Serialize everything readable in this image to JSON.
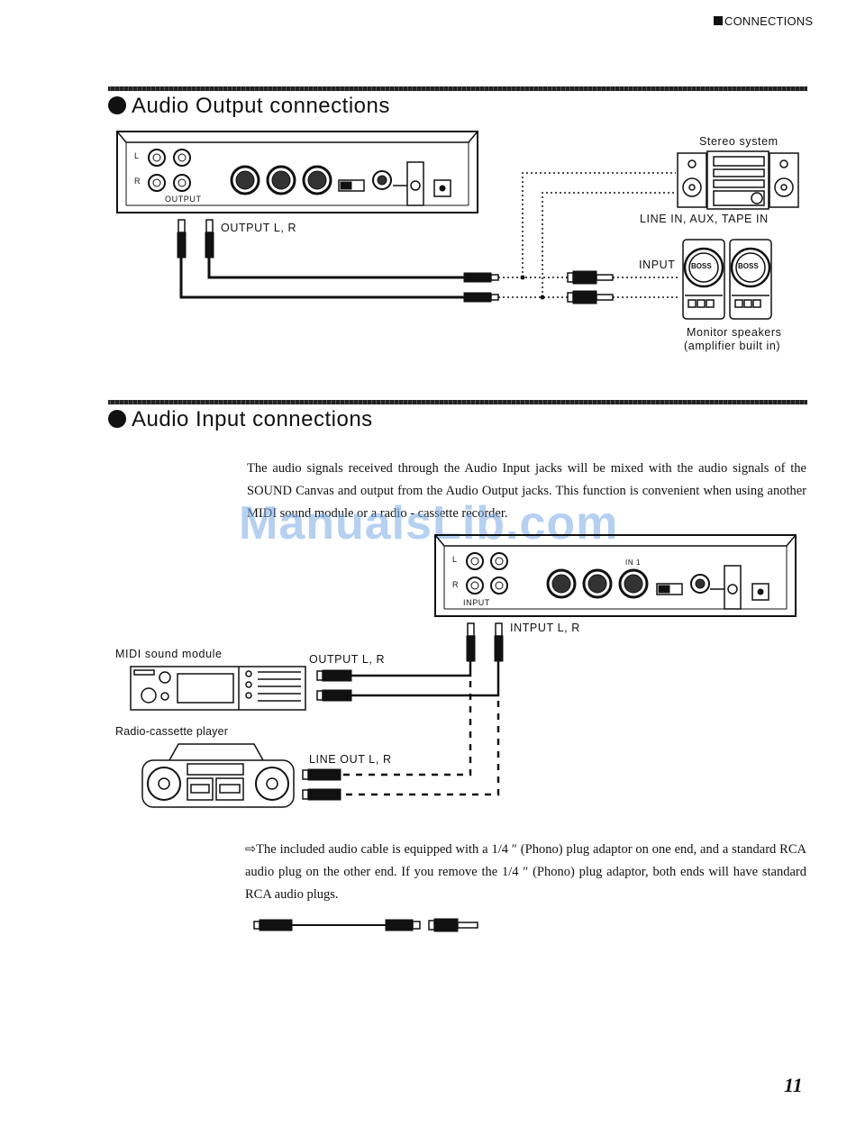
{
  "header": {
    "section_tag": "CONNECTIONS"
  },
  "output_section": {
    "title": "Audio Output connections",
    "panel_label_output": "OUTPUT",
    "panel_L": "L",
    "panel_R": "R",
    "cable_label": "OUTPUT L, R",
    "stereo_label": "Stereo system",
    "line_in_label": "LINE IN, AUX, TAPE IN",
    "input_label": "INPUT",
    "speaker_brand": "BOSS",
    "monitor_label_1": "Monitor speakers",
    "monitor_label_2": "(amplifier built in)"
  },
  "input_section": {
    "title": "Audio Input connections",
    "paragraph": "The audio signals received through the Audio Input jacks will be mixed with the audio signals of the SOUND Canvas and output from the Audio Output jacks. This function is convenient when using another MIDI sound module or a radio - cassette recorder.",
    "panel_label_input": "INPUT",
    "panel_L": "L",
    "panel_R": "R",
    "panel_in1": "IN 1",
    "input_cable_label": "INTPUT L, R",
    "midi_module_label": "MIDI sound module",
    "midi_output_label": "OUTPUT L, R",
    "radio_label": "Radio-cassette player",
    "line_out_label": "LINE OUT L, R"
  },
  "note": {
    "arrow": "⇨",
    "text": "The included audio cable is equipped with a 1/4 ″ (Phono) plug adaptor on one end, and a standard RCA audio plug on the other end. If you remove the 1/4 ″ (Phono) plug adaptor, both ends will have standard RCA audio plugs."
  },
  "watermark": "ManualsLib.com",
  "page_number": "11"
}
